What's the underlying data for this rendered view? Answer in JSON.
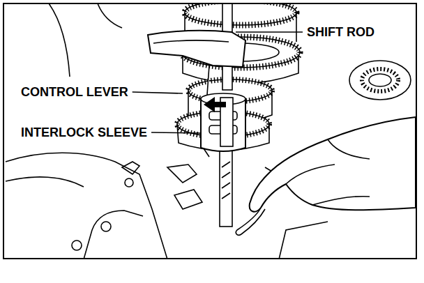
{
  "diagram": {
    "labels": [
      "SHIFT ROD",
      "CONTROL LEVER",
      "INTERLOCK SLEEVE"
    ]
  }
}
